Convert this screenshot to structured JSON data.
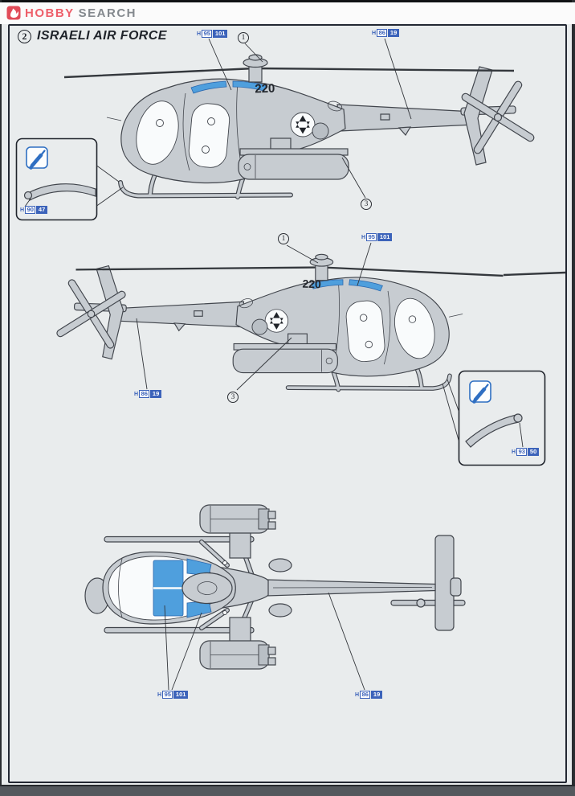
{
  "header": {
    "brand": {
      "hobby": "HOBBY",
      "search": "SEARCH"
    }
  },
  "title": {
    "badge_number": "2",
    "text": "ISRAELI AIR FORCE"
  },
  "aircraft": {
    "tail_number": "220",
    "roundel": "star-of-david"
  },
  "callout_numbers": {
    "rotor_hub": "1",
    "rocket_pod": "3"
  },
  "paint_labels": {
    "canopy_tint": {
      "prefix": "H",
      "hobby_color": "95",
      "mr_color": "101"
    },
    "fuselage_gray": {
      "prefix": "H",
      "hobby_color": "86",
      "mr_color": "19"
    },
    "front_skid_tip": {
      "prefix": "H",
      "hobby_color": "90",
      "mr_color": "47"
    },
    "rear_skid_tip": {
      "prefix": "H",
      "hobby_color": "93",
      "mr_color": "50"
    }
  },
  "colors": {
    "paper": "#e9eced",
    "canopy_blue": "#4f9fdd",
    "label_blue": "#3c63ba",
    "brand_red": "#ee5f6a",
    "brand_gray": "#84898e",
    "airframe_gray": "#c7ccd1",
    "line_dark": "#41454c"
  }
}
